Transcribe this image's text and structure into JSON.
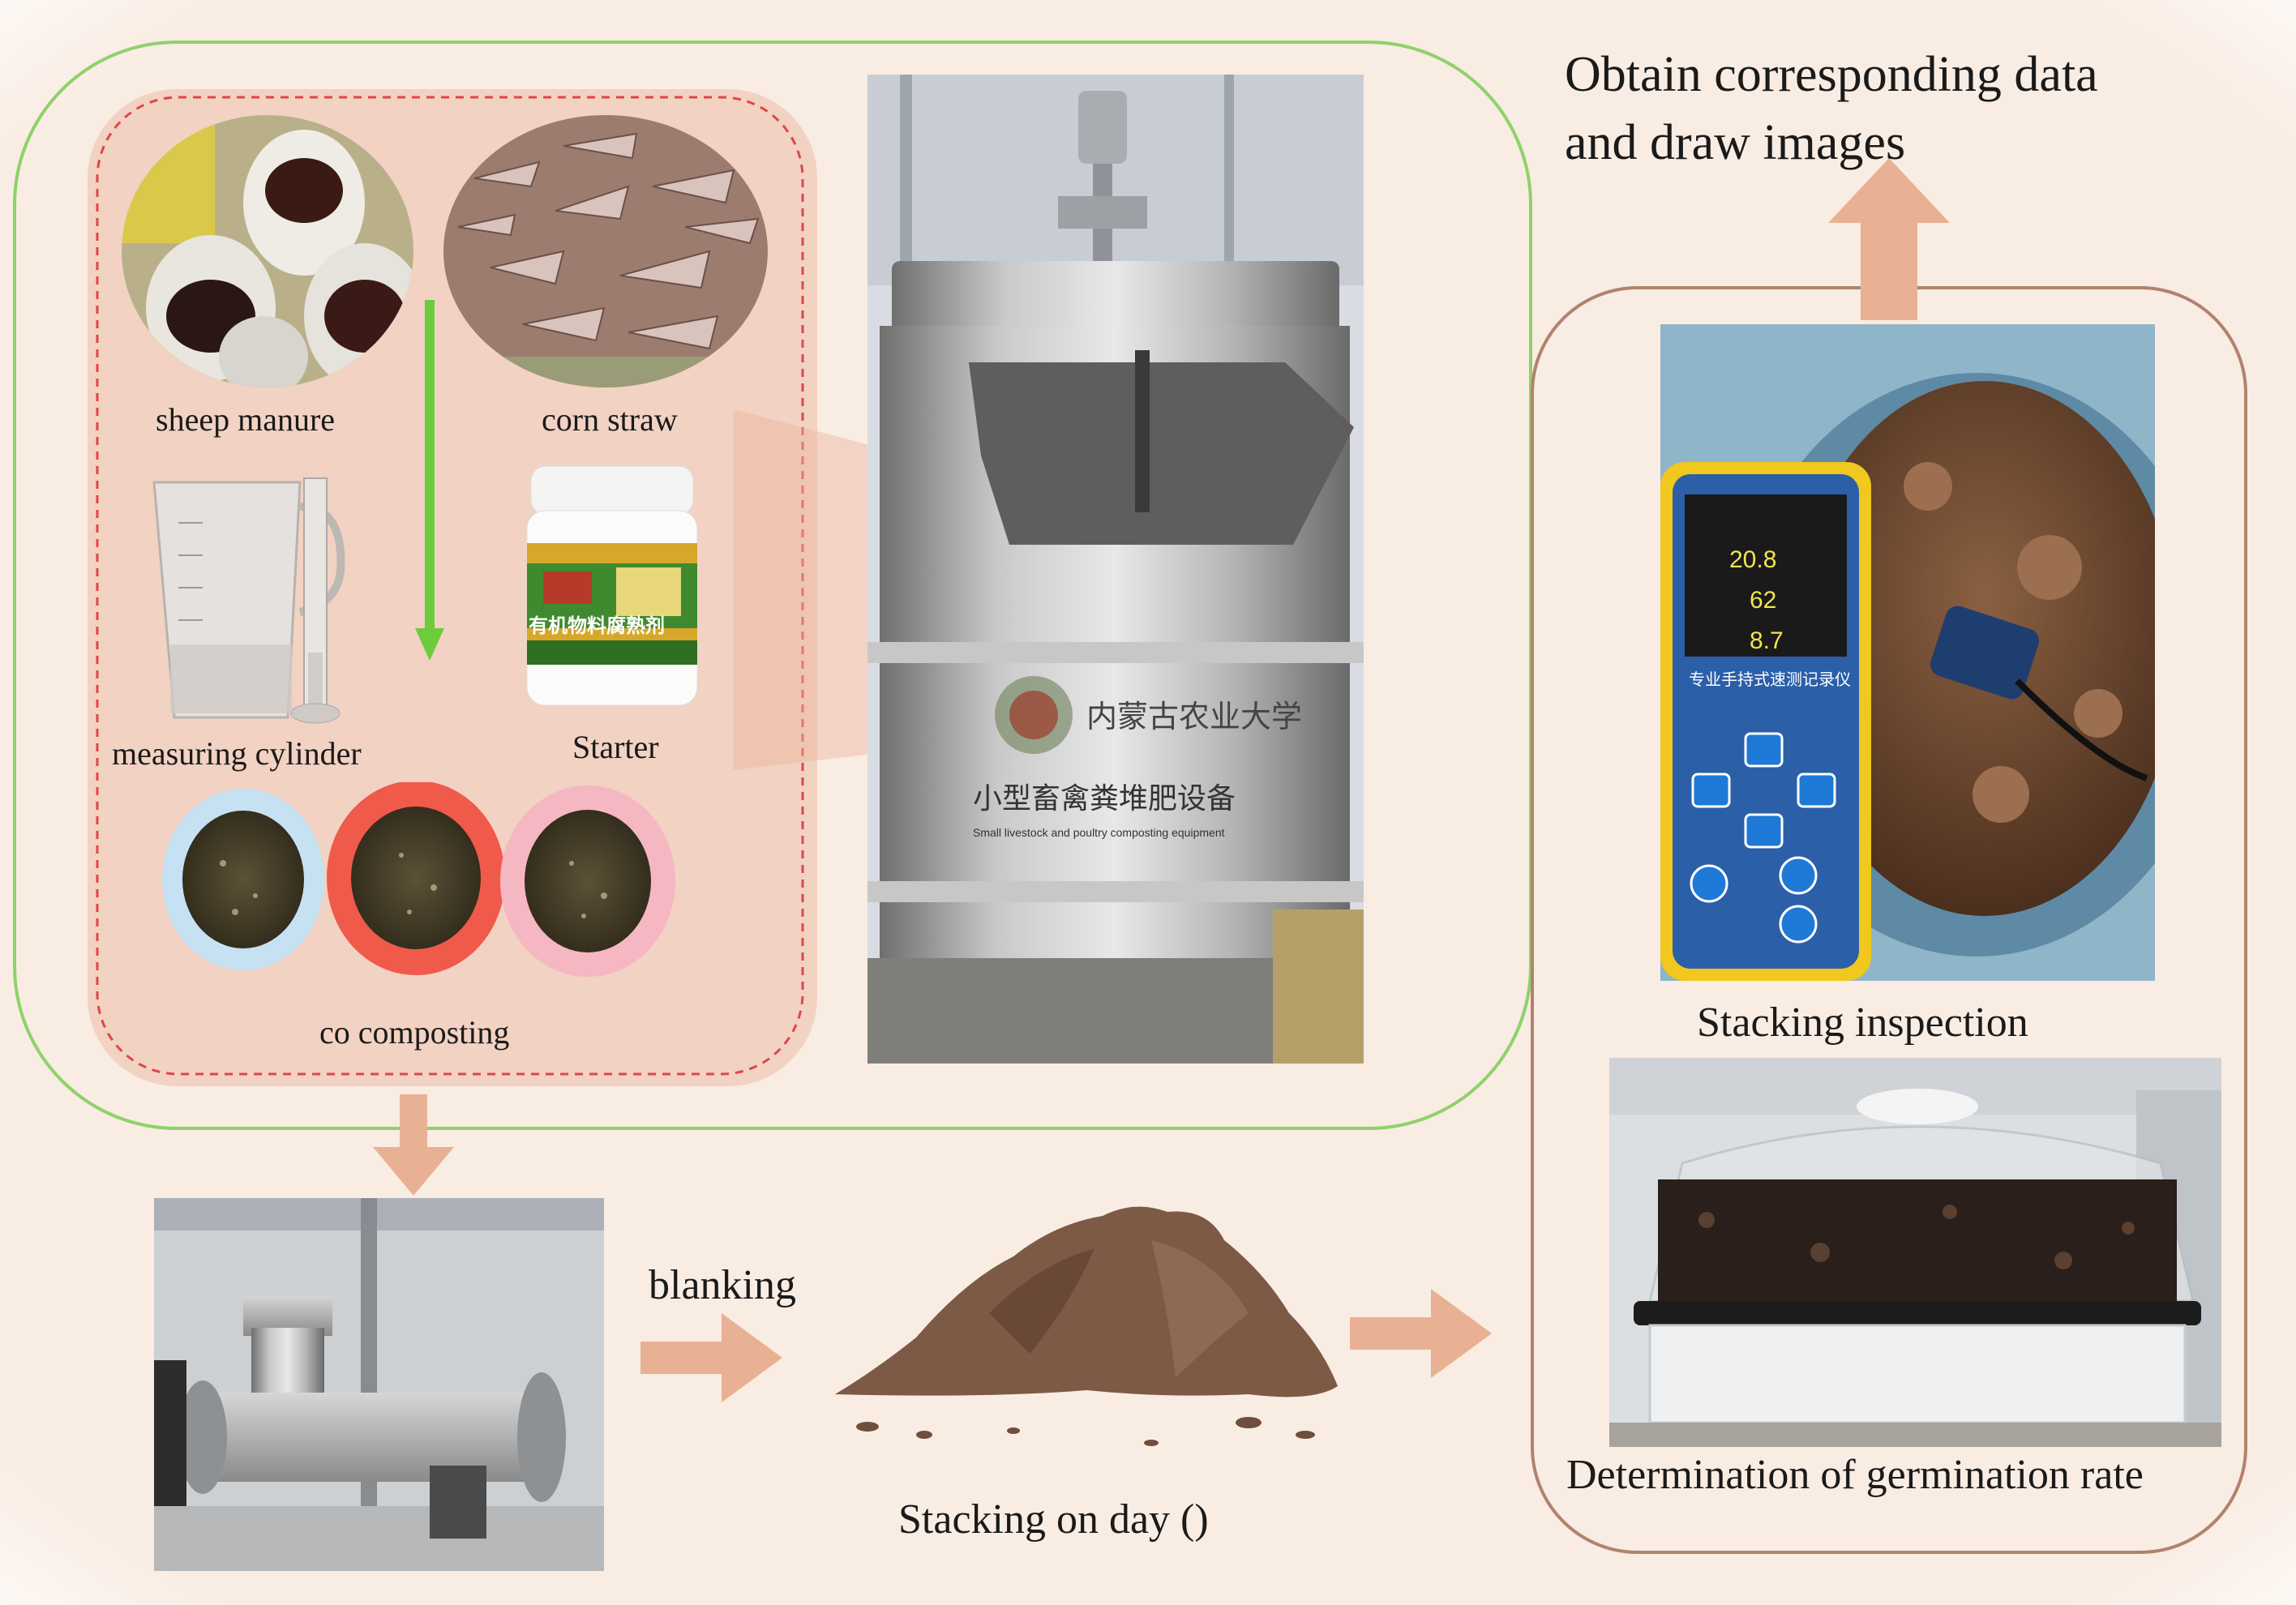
{
  "colors": {
    "background": "#f9ece3",
    "accent_green": "#8ed26a",
    "arrow_green": "#6ccc3a",
    "arrow_salmon": "#e8b193",
    "dashed_red": "#e0454a",
    "frame_brown": "#b2826e",
    "inner_panel": "#f2d2c2"
  },
  "materials": {
    "sheep_manure": "sheep manure",
    "corn_straw": "corn straw",
    "measuring_cylinder": "measuring cylinder",
    "starter": "Starter",
    "co_composting": "co composting"
  },
  "starter_jar_text": "有机物料腐熟剂",
  "machine": {
    "brand_text": "内蒙古农业大学",
    "device_name": "小型畜禽粪堆肥设备",
    "device_name_en": "Small livestock and poultry composting equipment"
  },
  "meter": {
    "readings": [
      "20.8",
      "62",
      "8.7"
    ],
    "footer_text": "专业手持式速测记录仪"
  },
  "process": {
    "blanking": "blanking",
    "stacking_day": "Stacking on day ()"
  },
  "results": {
    "obtain_data_line1": "Obtain corresponding data",
    "obtain_data_line2": "and draw images",
    "stacking_inspection": "Stacking inspection",
    "germination": "Determination of germination rate"
  }
}
